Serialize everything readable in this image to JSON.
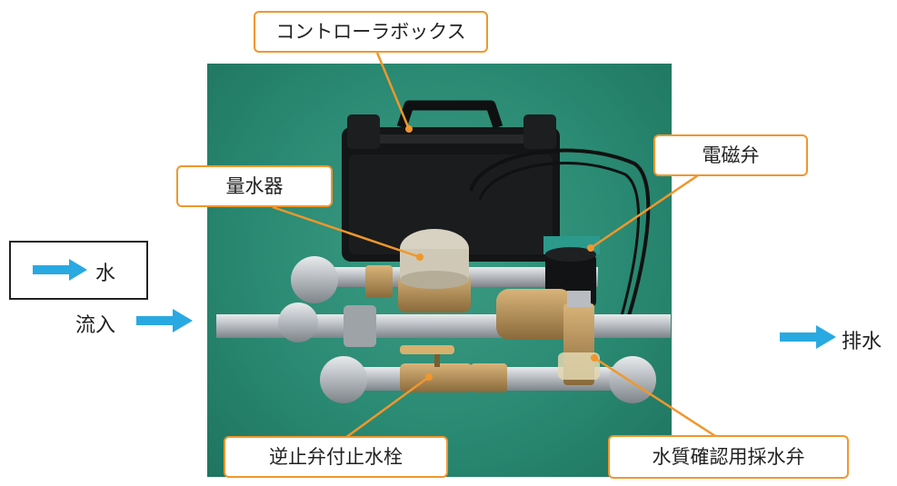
{
  "legend": {
    "label": "水",
    "arrow_color": "#29a9e1"
  },
  "flow": {
    "inlet_label": "流入",
    "outlet_label": "排水"
  },
  "callouts": {
    "controller_box": "コントローラボックス",
    "solenoid_valve": "電磁弁",
    "water_meter": "量水器",
    "check_valve_stopcock": "逆止弁付止水栓",
    "sampling_valve": "水質確認用採水弁"
  },
  "colors": {
    "callout_border": "#f0972c",
    "leader_line": "#f0972c",
    "background_mat": "#2a8a73"
  }
}
